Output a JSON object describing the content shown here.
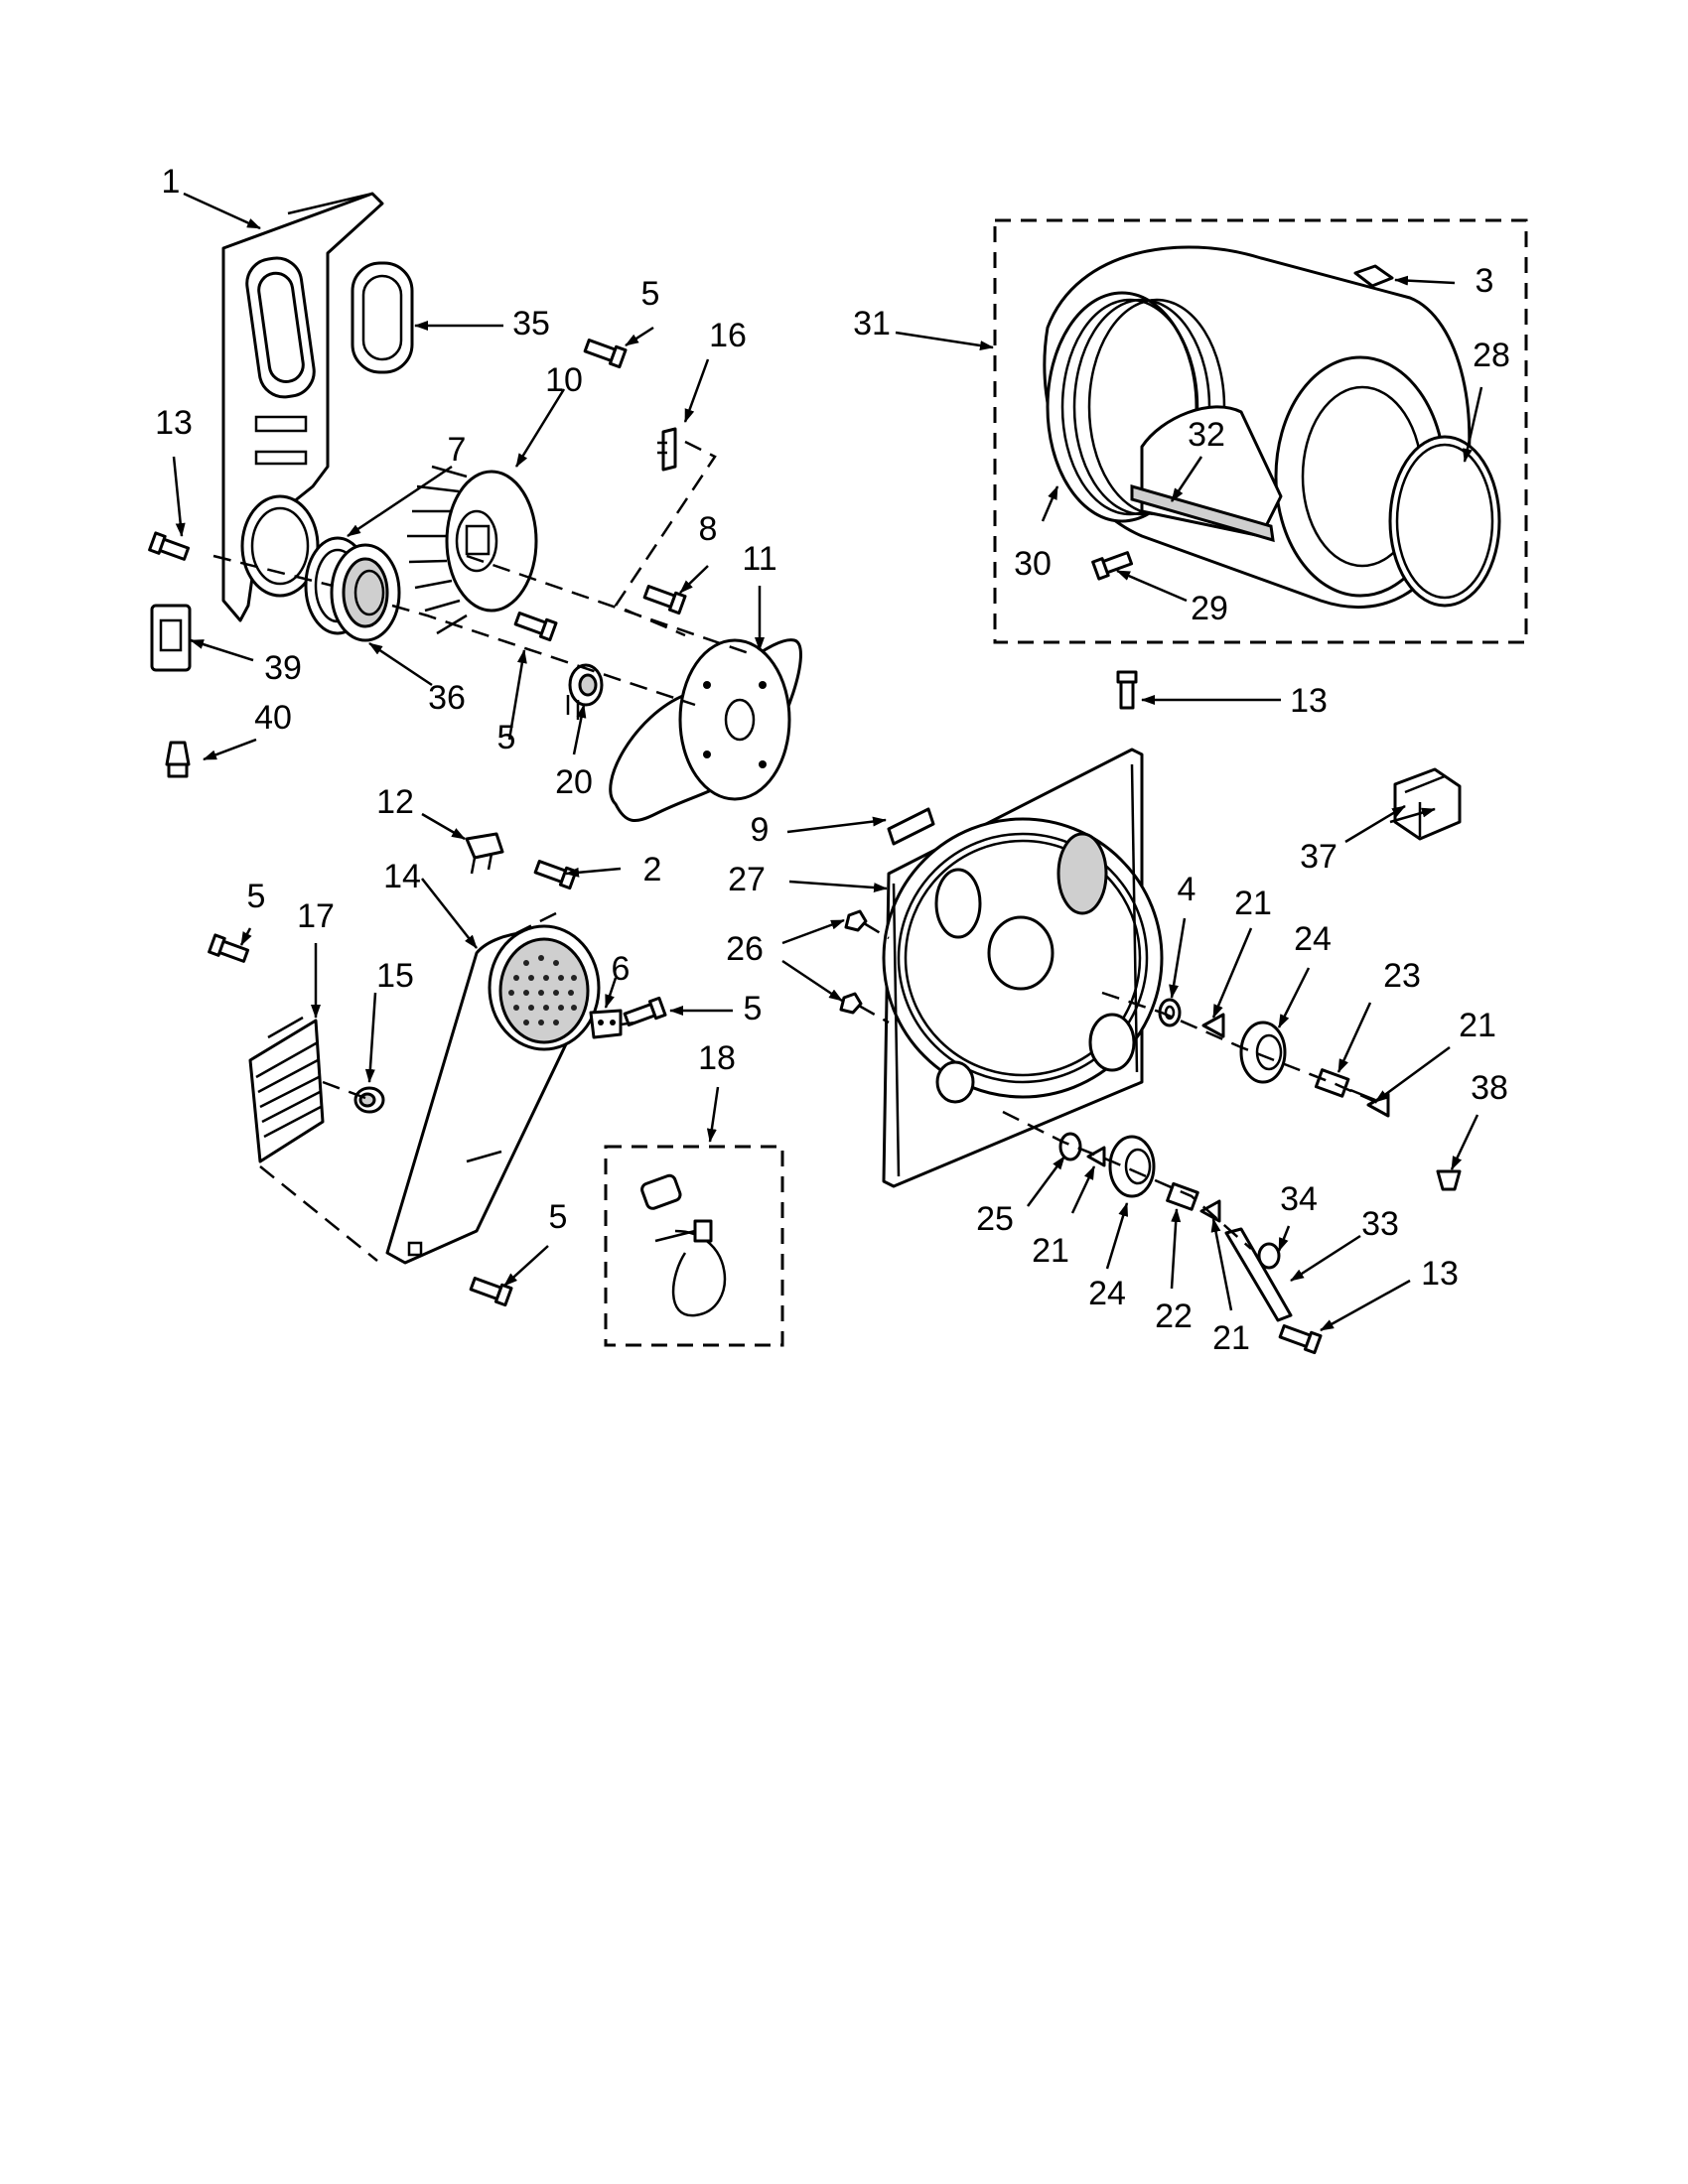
{
  "callouts": {
    "c1": "1",
    "c2": "2",
    "c3": "3",
    "c4": "4",
    "c5a": "5",
    "c5b": "5",
    "c5c": "5",
    "c5d": "5",
    "c5e": "5",
    "c6": "6",
    "c7": "7",
    "c8": "8",
    "c9": "9",
    "c10": "10",
    "c11": "11",
    "c12": "12",
    "c13a": "13",
    "c13b": "13",
    "c13c": "13",
    "c14": "14",
    "c15": "15",
    "c16": "16",
    "c17": "17",
    "c18": "18",
    "c20": "20",
    "c21a": "21",
    "c21b": "21",
    "c21c": "21",
    "c21d": "21",
    "c22": "22",
    "c23": "23",
    "c24a": "24",
    "c24b": "24",
    "c25": "25",
    "c26": "26",
    "c27": "27",
    "c28": "28",
    "c29": "29",
    "c30": "30",
    "c31": "31",
    "c32": "32",
    "c33": "33",
    "c34": "34",
    "c35": "35",
    "c36": "36",
    "c37": "37",
    "c38": "38",
    "c39": "39",
    "c40": "40"
  }
}
